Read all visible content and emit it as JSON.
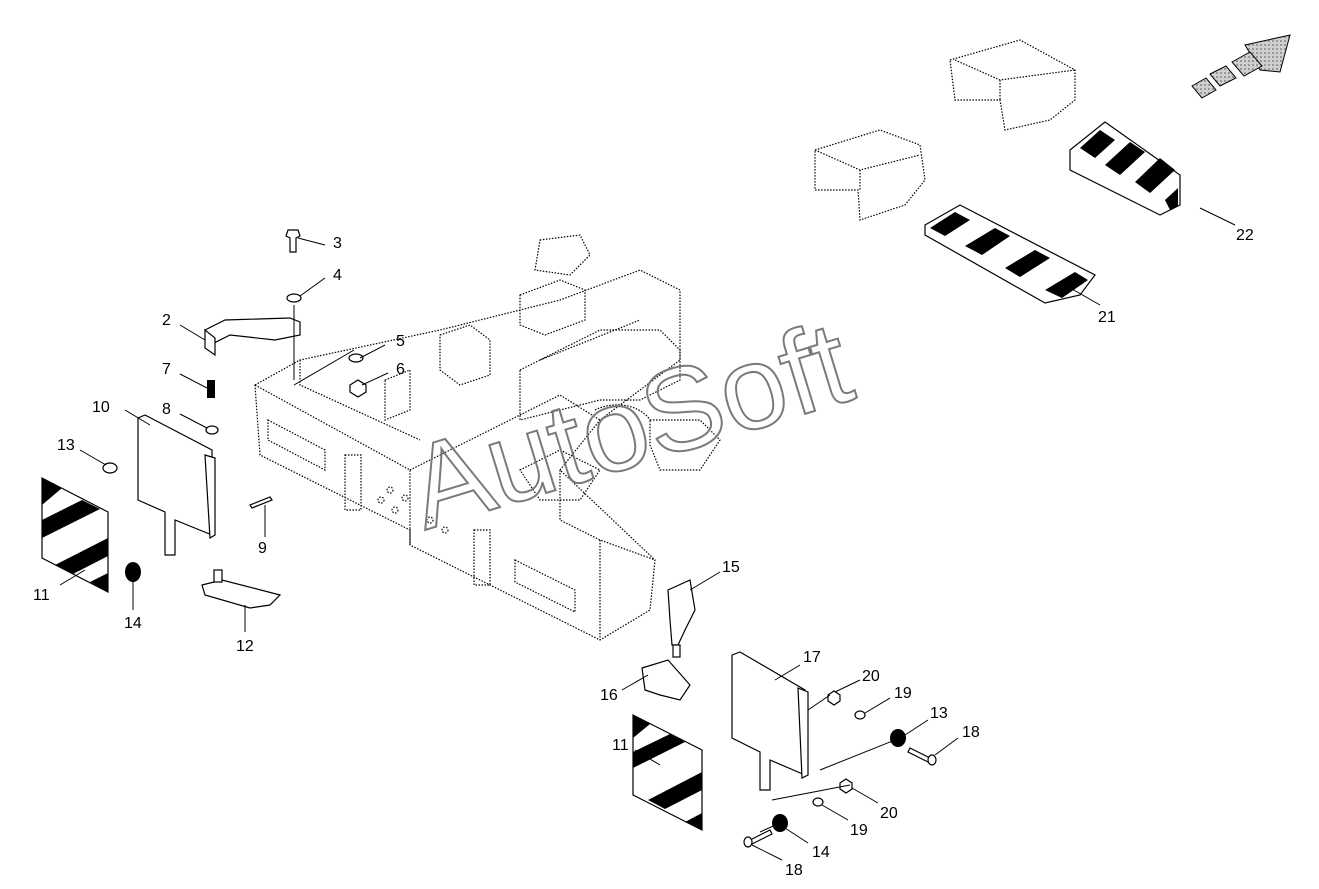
{
  "watermark": "AutoSoft",
  "callouts": {
    "n2": "2",
    "n3": "3",
    "n4": "4",
    "n5": "5",
    "n6": "6",
    "n7": "7",
    "n8": "8",
    "n9": "9",
    "n10": "10",
    "n11a": "11",
    "n11b": "11",
    "n12": "12",
    "n13a": "13",
    "n13b": "13",
    "n14a": "14",
    "n14b": "14",
    "n15": "15",
    "n16": "16",
    "n17": "17",
    "n18a": "18",
    "n18b": "18",
    "n19a": "19",
    "n19b": "19",
    "n20a": "20",
    "n20b": "20",
    "n21": "21",
    "n22": "22"
  },
  "colors": {
    "ink": "#000000",
    "watermark": "#7a7a7a",
    "direction_arrow": "#9a9a9a"
  },
  "icons": {
    "direction": "forward-direction-arrow-icon"
  }
}
